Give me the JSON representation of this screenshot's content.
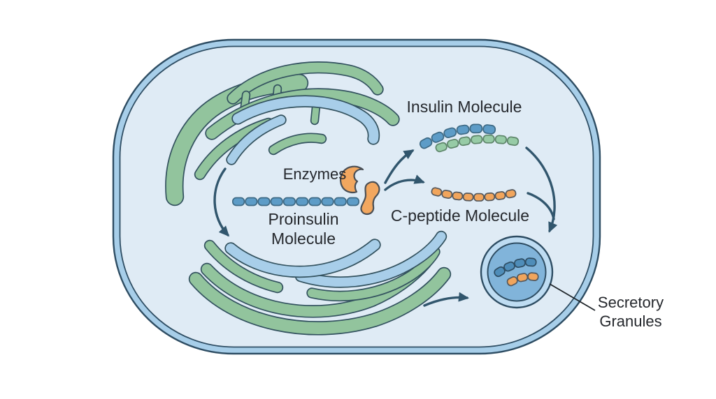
{
  "labels": {
    "enzymes": "Enzymes",
    "proinsulin": {
      "line1": "Proinsulin",
      "line2": "Molecule"
    },
    "insulin": "Insulin Molecule",
    "c_peptide": "C-peptide Molecule",
    "secretory": {
      "line1": "Secretory",
      "line2": "Granules"
    }
  },
  "chains": {
    "proinsulin": {
      "beads": 10,
      "fill": "#5d9cc7",
      "stroke": "#3e6a85"
    },
    "insulin_a": {
      "beads": 6,
      "fill": "#5d9cc7",
      "stroke": "#3e6a85"
    },
    "insulin_b": {
      "beads": 7,
      "fill": "#97cba6",
      "stroke": "#5d8569"
    },
    "c_peptide": {
      "beads": 8,
      "fill": "#f1a55c",
      "stroke": "#55585c"
    },
    "granule_insulin": {
      "beads": 4,
      "fill": "#4f8db9",
      "stroke": "#2e4d63"
    },
    "granule_c_peptide": {
      "beads": 3,
      "fill": "#f1a55c",
      "stroke": "#55585c"
    }
  },
  "colors": {
    "background": "#ffffff",
    "membrane_band": "#a7cee9",
    "membrane_stroke": "#2e4d63",
    "cytoplasm": "#dfebf5",
    "organelle_green": "#92c49d",
    "organelle_blue": "#a8cee9",
    "organelle_outline": "#33525f",
    "enzyme_fill": "#f2a75f",
    "enzyme_stroke": "#4a4f55",
    "arrow": "#31566d",
    "pointer_line": "#1e2429",
    "label_text": "#25282d",
    "granule_outer": "#bedcf2",
    "granule_inner": "#81b4da"
  }
}
